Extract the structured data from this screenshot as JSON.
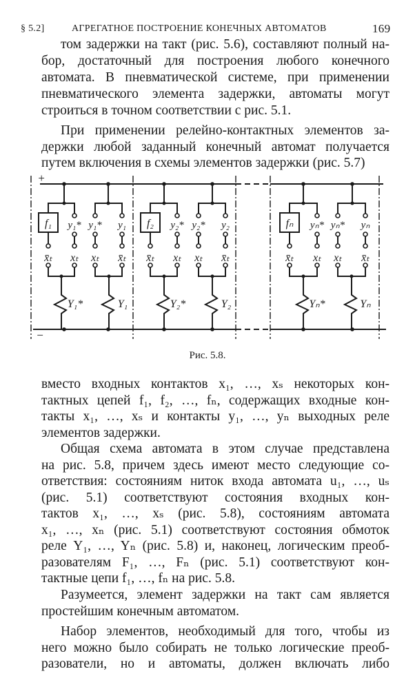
{
  "header": {
    "section": "§ 5.2]",
    "title": "АГРЕГАТНОЕ ПОСТРОЕНИЕ КОНЕЧНЫХ АВТОМАТОВ",
    "page": "169"
  },
  "para1": [
    "том задержки на такт (рис. 5.6), составляют полный на-",
    "бор, достаточный для построения любого конечного",
    "автомата. В пневматической системе, при применении",
    "пневматического элемента задержки, автоматы могут",
    "строиться в точном соответствии с рис. 5.1."
  ],
  "para2": [
    "При применении релейно-контактных элементов за-",
    "держки любой заданный конечный автомат получается",
    "путем включения в схемы элементов задержки (рис. 5.7)"
  ],
  "figure": {
    "caption": "Рис. 5.8.",
    "plus": "+",
    "minus": "−",
    "branches": [
      {
        "box": "f₁",
        "right": "y₁*",
        "bl": "x̄ₜ",
        "br": "xₜ",
        "coil": "Y₁*"
      },
      {
        "left": "y₁*",
        "right": "y₁",
        "bl": "xₜ",
        "br": "x̄ₜ",
        "coil": "Y₁"
      },
      {
        "box": "f₂",
        "right": "y₂*",
        "bl": "x̄ₜ",
        "br": "xₜ",
        "coil": "Y₂*"
      },
      {
        "left": "y₂*",
        "right": "y₂",
        "bl": "xₜ",
        "br": "x̄ₜ",
        "coil": "Y₂"
      },
      {
        "box": "fₙ",
        "right": "yₙ*",
        "bl": "x̄ₜ",
        "br": "xₜ",
        "coil": "Yₙ*"
      },
      {
        "left": "yₙ*",
        "right": "yₙ",
        "bl": "xₜ",
        "br": "x̄ₜ",
        "coil": "Yₙ"
      }
    ]
  },
  "para3": [
    "вместо входных контактов x₁, …, xₛ некоторых кон-",
    "тактных цепей f₁, f₂, …, fₙ, содержащих входные кон-",
    "такты x₁, …, xₛ и контакты y₁, …, yₙ выходных реле",
    "элементов задержки."
  ],
  "para4": [
    "Общая схема автомата в этом случае представлена",
    "на рис. 5.8, причем здесь имеют место следующие со-",
    "ответствия: состояниям ниток входа автомата u₁, …, uₛ",
    "(рис. 5.1) соответствуют состояния входных кон-",
    "тактов x₁, …, xₛ (рис. 5.8), состояниям автомата",
    "x₁, …, xₙ (рис. 5.1) соответствуют состояния обмоток",
    "реле Y₁, …, Yₙ (рис. 5.8) и, наконец, логическим преоб-",
    "разователям F₁, …, Fₙ (рис. 5.1) соответствуют кон-",
    "тактные цепи f₁, …, fₙ на рис. 5.8."
  ],
  "para5": [
    "Разумеется, элемент задержки на такт сам является",
    "простейшим конечным автоматом."
  ],
  "para6": [
    "Набор элементов, необходимый для того, чтобы из",
    "него можно было собирать не только логические преоб-",
    "разователи, но и автоматы, должен включать либо"
  ]
}
